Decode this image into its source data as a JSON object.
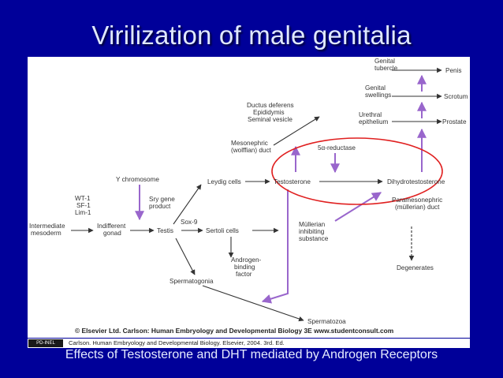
{
  "title": "Virilization of male genitalia",
  "caption": "Effects of Testosterone and DHT mediated by Androgen Receptors",
  "credit": {
    "badge": "PD-INEL",
    "text": "Carlson. Human Embryology and Developmental Biology. Elsevier, 2004. 3rd. Ed."
  },
  "diagram": {
    "nodes": {
      "genital_tubercle": [
        "Genital",
        "tubercle"
      ],
      "penis": "Penis",
      "genital_swellings": [
        "Genital",
        "swellings"
      ],
      "scrotum": "Scrotum",
      "urethral_epithelium": [
        "Urethral",
        "epithelium"
      ],
      "prostate": "Prostate",
      "ductus": [
        "Ductus deferens",
        "Epididymis",
        "Seminal vesicle"
      ],
      "mesonephric": [
        "Mesonephric",
        "(wolffian) duct"
      ],
      "five_alpha": "5α-reductase",
      "y_chromosome": "Y chromosome",
      "leydig": "Leydig cells",
      "testosterone": "Testosterone",
      "dht": "Dihydrotestosterone",
      "wt1": [
        "WT-1",
        "SF-1",
        "Lim-1"
      ],
      "sry": [
        "Sry gene",
        "product"
      ],
      "paramesonephric": [
        "Paramesonephric",
        "(müllerian) duct"
      ],
      "intermediate": [
        "Intermediate",
        "mesoderm"
      ],
      "indifferent": [
        "Indifferent",
        "gonad"
      ],
      "testis": "Testis",
      "sox9": "Sox-9",
      "sertoli": "Sertoli cells",
      "mullerian": [
        "Müllerian",
        "inhibiting",
        "substance"
      ],
      "androgen": [
        "Androgen-",
        "binding",
        "factor"
      ],
      "degenerates": "Degenerates",
      "spermatogonia": "Spermatogonia",
      "spermatozoa": "Spermatozoa"
    },
    "copyright": "© Elsevier Ltd. Carlson: Human Embryology and Developmental Biology 3E www.studentconsult.com"
  },
  "colors": {
    "background": "#000099",
    "arrow_gray": "#333333",
    "arrow_purple": "#9966cc",
    "highlight_ring": "#e02020"
  }
}
